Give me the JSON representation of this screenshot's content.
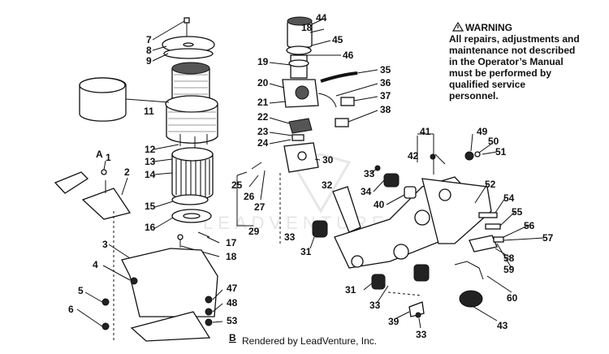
{
  "warning": {
    "title": "WARNING",
    "lines": [
      "All repairs, adjustments and",
      "maintenance not described",
      "in the Operator’s Manual",
      "must be performed by",
      "qualified service",
      "personnel."
    ]
  },
  "credit": "Rendered by LeadVenture, Inc.",
  "watermark": "LEADVENTURE",
  "callouts": [
    {
      "label": "7"
    },
    {
      "label": "8"
    },
    {
      "label": "9"
    },
    {
      "label": "11"
    },
    {
      "label": "12"
    },
    {
      "label": "13"
    },
    {
      "label": "14"
    },
    {
      "label": "15"
    },
    {
      "label": "16"
    },
    {
      "label": "17"
    },
    {
      "label": "18"
    },
    {
      "label": "A"
    },
    {
      "label": "1"
    },
    {
      "label": "2"
    },
    {
      "label": "3"
    },
    {
      "label": "4"
    },
    {
      "label": "5"
    },
    {
      "label": "6"
    },
    {
      "label": "47"
    },
    {
      "label": "48"
    },
    {
      "label": "53"
    },
    {
      "label": "B"
    },
    {
      "label": "44"
    },
    {
      "label": "18"
    },
    {
      "label": "45"
    },
    {
      "label": "46"
    },
    {
      "label": "19"
    },
    {
      "label": "20"
    },
    {
      "label": "21"
    },
    {
      "label": "22"
    },
    {
      "label": "23"
    },
    {
      "label": "24"
    },
    {
      "label": "35"
    },
    {
      "label": "36"
    },
    {
      "label": "37"
    },
    {
      "label": "38"
    },
    {
      "label": "30"
    },
    {
      "label": "25"
    },
    {
      "label": "26"
    },
    {
      "label": "27"
    },
    {
      "label": "29"
    },
    {
      "label": "33"
    },
    {
      "label": "31"
    },
    {
      "label": "32"
    },
    {
      "label": "41"
    },
    {
      "label": "42"
    },
    {
      "label": "49"
    },
    {
      "label": "50"
    },
    {
      "label": "51"
    },
    {
      "label": "33"
    },
    {
      "label": "52"
    },
    {
      "label": "34"
    },
    {
      "label": "40"
    },
    {
      "label": "54"
    },
    {
      "label": "55"
    },
    {
      "label": "56"
    },
    {
      "label": "57"
    },
    {
      "label": "58"
    },
    {
      "label": "59"
    },
    {
      "label": "60"
    },
    {
      "label": "31"
    },
    {
      "label": "33"
    },
    {
      "label": "39"
    },
    {
      "label": "33"
    },
    {
      "label": "43"
    }
  ]
}
